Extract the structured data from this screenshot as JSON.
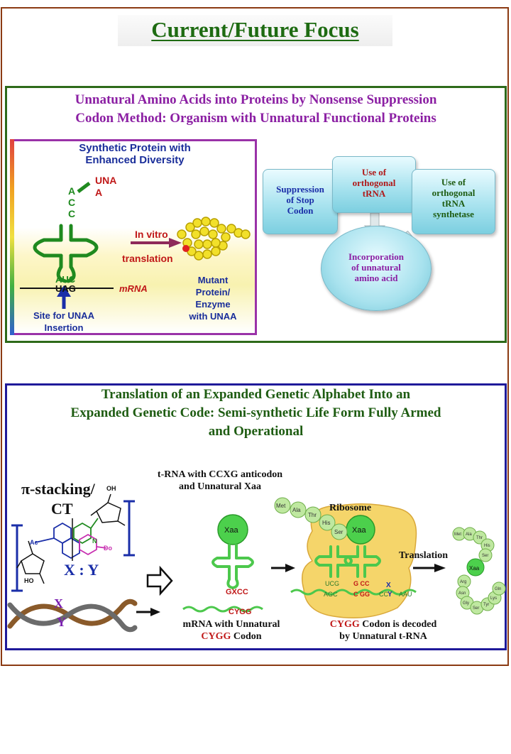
{
  "title": "Current/Future Focus",
  "panel1": {
    "heading_line1": "Unnatural Amino Acids into Proteins by Nonsense Suppression",
    "heading_line2": "Codon Method: Organism with Unnatural Functional Proteins",
    "inset": {
      "title_line1": "Synthetic Protein with",
      "title_line2": "Enhanced Diversity",
      "una_line1": "UNA",
      "una_line2": "A",
      "acc_a1": "A",
      "acc_c1": "C",
      "acc_c2": "C",
      "in_vitro": "In vitro",
      "translation": "translation",
      "auc": "AUC",
      "uag": "UAG",
      "mrna": "mRNA",
      "site_line1": "Site for UNAA",
      "site_line2": "Insertion",
      "mutant_line1": "Mutant",
      "mutant_line2": "Protein/",
      "mutant_line3": "Enzyme",
      "mutant_line4": "with UNAA"
    },
    "flow": {
      "box1_line1": "Suppression",
      "box1_line2": "of Stop",
      "box1_line3": "Codon",
      "box2_line1": "Use of",
      "box2_line2": "orthogonal",
      "box2_line3": "tRNA",
      "box3_line1": "Use of",
      "box3_line2": "orthogonal",
      "box3_line3": "tRNA",
      "box3_line4": "synthetase",
      "oval_line1": "Incorporation",
      "oval_line2": "of unnatural",
      "oval_line3": "amino acid"
    }
  },
  "panel2": {
    "heading_line1": "Translation of an Expanded Genetic Alphabet Into an",
    "heading_line2": "Expanded Genetic Code: Semi-synthetic Life Form Fully Armed",
    "heading_line3": "and Operational",
    "pi_stacking": "π-stacking/",
    "ct": "CT",
    "xy": "X : Y",
    "oh1": "OH",
    "ho2": "HO",
    "ac": "Ac",
    "do": "Do",
    "n": "N",
    "dna_x": "X",
    "dna_y": "Y",
    "trna_title_line1": "t-RNA with CCXG anticodon",
    "trna_title_line2": "and Unnatural Xaa",
    "xaa": "Xaa",
    "anticodon": "GXCC",
    "codon_small": "CYGG",
    "mrna_line1": "mRNA with Unnatural",
    "mrna_line2_codon": "CYGG",
    "mrna_line2_rest": " Codon",
    "ribosome": "Ribosome",
    "ribo_ucg": "UCG",
    "ribo_agc": "AGC",
    "ribo_gcc": "G CC",
    "ribo_cgg": "C GG",
    "ribo_cc": "CC",
    "ribo_aau": "AAU",
    "ribo_x": "X",
    "ribo_y": "Y",
    "beads_top": [
      "Met",
      "Ala",
      "Thr",
      "His",
      "Ser"
    ],
    "translation": "Translation",
    "chain": [
      "Met",
      "Ala",
      "Thr",
      "His",
      "Ser",
      "Arg",
      "Asn",
      "Gly",
      "Ser",
      "Tyr",
      "Lys",
      "Gln"
    ],
    "decoded_codon": "CYGG",
    "decoded_line1_rest": " Codon is decoded",
    "decoded_line2": "by Unnatural t-RNA"
  }
}
